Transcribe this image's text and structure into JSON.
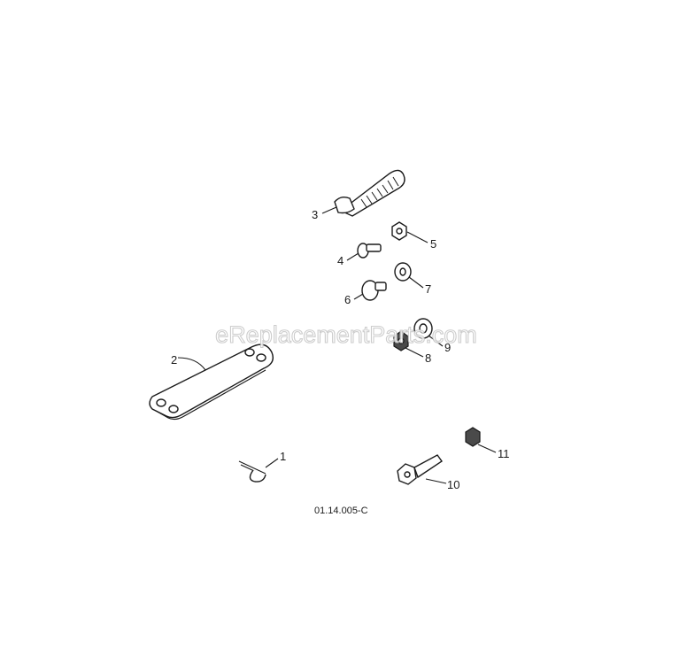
{
  "drawing": {
    "reference_code": "01.14.005-C",
    "watermark": "eReplacementParts.com"
  },
  "callouts": [
    {
      "id": "1",
      "label": "1"
    },
    {
      "id": "2",
      "label": "2"
    },
    {
      "id": "3",
      "label": "3"
    },
    {
      "id": "4",
      "label": "4"
    },
    {
      "id": "5",
      "label": "5"
    },
    {
      "id": "6",
      "label": "6"
    },
    {
      "id": "7",
      "label": "7"
    },
    {
      "id": "8",
      "label": "8"
    },
    {
      "id": "9",
      "label": "9"
    },
    {
      "id": "10",
      "label": "10"
    },
    {
      "id": "11",
      "label": "11"
    }
  ]
}
